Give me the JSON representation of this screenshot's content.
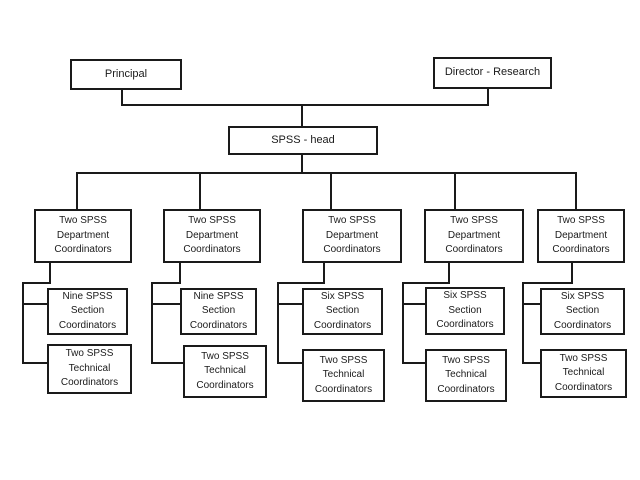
{
  "diagram": {
    "type": "organization-chart",
    "colors": {
      "background": "#ffffff",
      "box_fill": "#ffffff",
      "box_border": "#1a1a1a",
      "connector_line": "#1a1a1a",
      "text": "#1a1a1a"
    },
    "top_row": {
      "principal": "Principal",
      "director": "Director - Research"
    },
    "head": "SPSS - head",
    "branches": [
      {
        "department": "Two SPSS\nDepartment\nCoordinators",
        "section": "Nine SPSS\nSection\nCoordinators",
        "technical": "Two SPSS\nTechnical\nCoordinators"
      },
      {
        "department": "Two SPSS\nDepartment\nCoordinators",
        "section": "Nine SPSS\nSection\nCoordinators",
        "technical": "Two SPSS\nTechnical\nCoordinators"
      },
      {
        "department": "Two SPSS\nDepartment\nCoordinators",
        "section": "Six  SPSS\nSection\nCoordinators",
        "technical": "Two SPSS\nTechnical\nCoordinators"
      },
      {
        "department": "Two SPSS\nDepartment\nCoordinators",
        "section": "Six  SPSS\nSection\nCoordinators",
        "technical": "Two SPSS\nTechnical\nCoordinators"
      },
      {
        "department": "Two SPSS\nDepartment\nCoordinators",
        "section": "Six  SPSS\nSection\nCoordinators",
        "technical": "Two SPSS\nTechnical\nCoordinators"
      }
    ]
  }
}
